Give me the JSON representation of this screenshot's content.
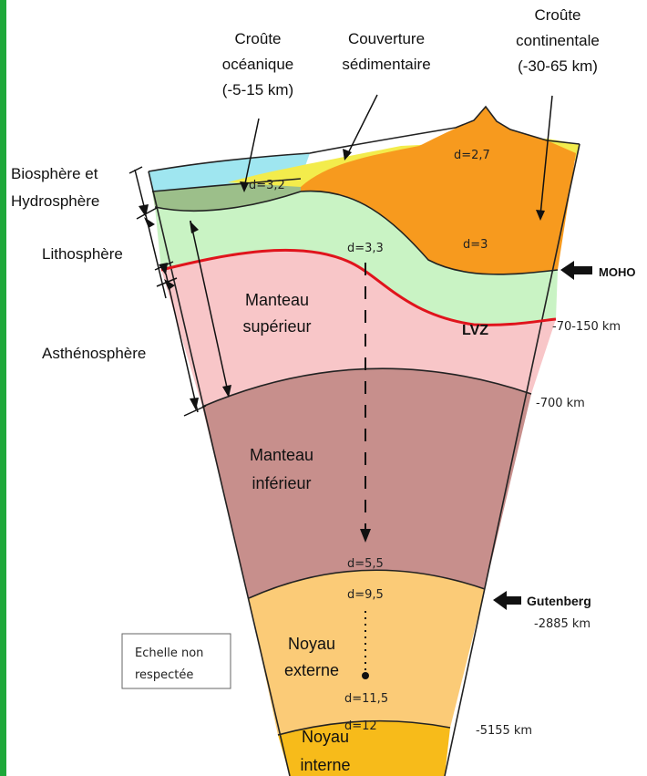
{
  "labels": {
    "oceanic_crust": [
      "Croûte",
      "océanique",
      "(-5-15 km)"
    ],
    "sediment_cover": [
      "Couverture",
      "sédimentaire"
    ],
    "continental_crust": [
      "Croûte",
      "continentale",
      "(-30-65 km)"
    ],
    "biosphere": [
      "Biosphère et",
      "Hydrosphère"
    ],
    "lithosphere": "Lithosphère",
    "asthenosphere": "Asthénosphère",
    "upper_mantle": [
      "Manteau",
      "supérieur"
    ],
    "lower_mantle": [
      "Manteau",
      "inférieur"
    ],
    "outer_core": [
      "Noyau",
      "externe"
    ],
    "inner_core": [
      "Noyau",
      "interne"
    ],
    "lvz": "LVZ",
    "moho": "MOHO",
    "gutenberg": "Gutenberg",
    "scale_note": [
      "Echelle non",
      "respectée"
    ]
  },
  "densities": {
    "continental_top": "d=2,7",
    "continental": "d=3",
    "oceanic": "d=3,2",
    "upper_mantle": "d=3,3",
    "lower_mantle_base": "d=5,5",
    "outer_core_top": "d=9,5",
    "outer_core_base": "d=11,5",
    "inner_core": "d=12"
  },
  "depths": {
    "lvz": "-70-150 km",
    "mantle_boundary": "-700 km",
    "gutenberg": "-2885 km",
    "inner_core": "-5155 km"
  },
  "colors": {
    "ocean": "#9fe6f0",
    "sediment": "#f3ec4c",
    "oceanic_crust": "#9cbf8a",
    "continental_crust": "#f79a1e",
    "lithospheric_mantle": "#c9f3c4",
    "upper_mantle": "#f8c6c8",
    "lower_mantle": "#c78f8c",
    "outer_core": "#fbcb77",
    "inner_core": "#f7bb1a",
    "lvz_line": "#e0141c",
    "frame": "#1ea83a"
  }
}
